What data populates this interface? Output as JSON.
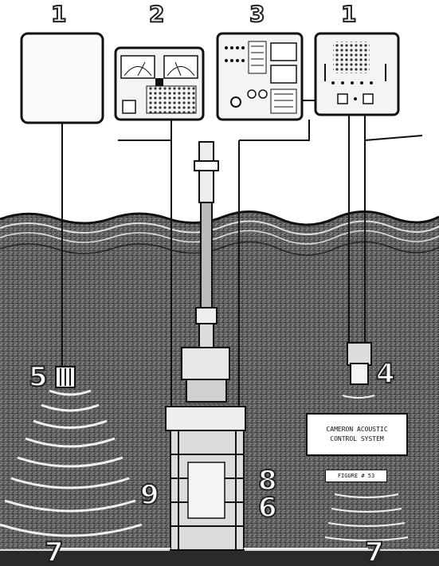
{
  "labels": {
    "top_1a": "1",
    "top_2": "2",
    "top_3": "3",
    "top_1b": "1",
    "n5": "5",
    "n4": "4",
    "n9": "9",
    "n8": "8",
    "n6": "6",
    "n7a": "7",
    "n7b": "7"
  },
  "title_box": {
    "line1": "CAMERON ACOUSTIC",
    "line2": "CONTROL SYSTEM"
  },
  "figure_label": "FIGURE # 53",
  "colors": {
    "ink": "#1a1a1a",
    "sea": "#6e6e6e",
    "panel": "#f4f4f4",
    "paper": "#ffffff"
  }
}
